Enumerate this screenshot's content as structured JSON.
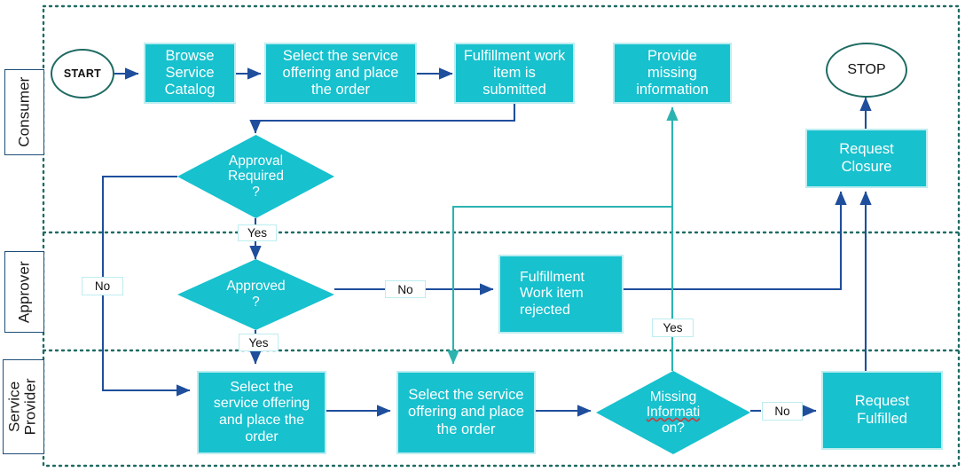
{
  "diagram": {
    "title": "Service Request Fulfillment Swimlane Flowchart",
    "colors": {
      "node_fill": "#17C1CE",
      "node_border": "#BDEDF0",
      "arrow_blue": "#1F4E9C",
      "arrow_teal": "#2BB3B0",
      "lane_border": "#1F4E79",
      "terminator_border": "#1F6B63",
      "label_text": "#111111"
    }
  },
  "lanes": [
    {
      "name": "consumer",
      "label": "Consumer"
    },
    {
      "name": "approver",
      "label": "Approver"
    },
    {
      "name": "service-provider",
      "label": "Service\nProvider"
    }
  ],
  "nodes": {
    "start": {
      "label": "START",
      "shape": "terminator"
    },
    "browse_catalog": {
      "label": "Browse\nService\nCatalog",
      "shape": "process"
    },
    "select_order_1": {
      "label": "Select the service\noffering and place\nthe order",
      "shape": "process"
    },
    "work_item": {
      "label": "Fulfillment work\nitem is\nsubmitted",
      "shape": "process"
    },
    "provide_missing": {
      "label": "Provide\nmissing\ninformation",
      "shape": "process"
    },
    "stop": {
      "label": "STOP",
      "shape": "terminator"
    },
    "request_closure": {
      "label": "Request\nClosure",
      "shape": "process"
    },
    "approval_required": {
      "label": "Approval\nRequired\n?",
      "shape": "decision"
    },
    "approved": {
      "label": "Approved\n?",
      "shape": "decision"
    },
    "rejected": {
      "label": "Fulfillment\nWork item\nrejected",
      "shape": "process"
    },
    "select_order_2": {
      "label": "Select the\nservice offering\nand place the\norder",
      "shape": "process"
    },
    "select_order_3": {
      "label": "Select the service\noffering and place\nthe order",
      "shape": "process"
    },
    "missing_info": {
      "label_line1": "Missing",
      "label_line2": "Informati",
      "label_line3": "on?",
      "shape": "decision"
    },
    "request_fulfilled": {
      "label": "Request\nFulfilled",
      "shape": "process"
    }
  },
  "edge_labels": {
    "approval_yes": "Yes",
    "approval_no": "No",
    "approved_yes": "Yes",
    "approved_no": "No",
    "missing_yes": "Yes",
    "missing_no": "No"
  }
}
